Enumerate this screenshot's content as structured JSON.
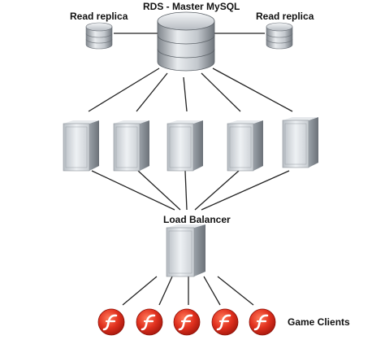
{
  "labels": {
    "master": "RDS - Master MySQL",
    "replica_left": "Read replica",
    "replica_right": "Read replica",
    "load_balancer": "Load Balancer",
    "game_clients": "Game Clients"
  },
  "icons": {
    "database": "database-icon",
    "server": "server-icon",
    "client": "flash-player-icon"
  },
  "colors": {
    "line": "#222222",
    "db_body": "#b9bec4",
    "server_body": "#d3d8dd",
    "client_red": "#e0301e",
    "client_glyph": "#ffffff"
  },
  "counts": {
    "app_servers": 5,
    "game_clients": 5
  }
}
